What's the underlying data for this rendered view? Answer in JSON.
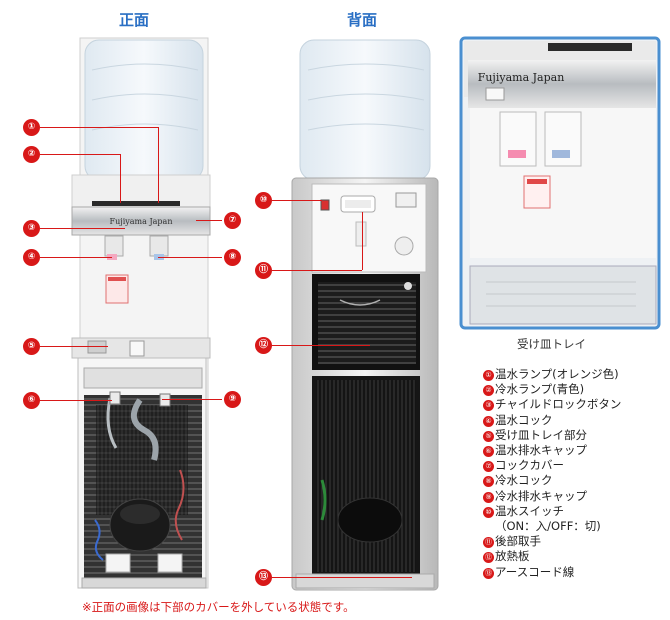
{
  "headings": {
    "front": "正面",
    "back": "背面"
  },
  "brand": "Fujiyama Japan",
  "tray_caption": "受け皿トレイ",
  "note": "※正面の画像は下部のカバーを外している状態です。",
  "markers": [
    "①",
    "②",
    "③",
    "④",
    "⑤",
    "⑥",
    "⑦",
    "⑧",
    "⑨",
    "⑩",
    "⑪",
    "⑫",
    "⑬"
  ],
  "legend": [
    {
      "num": "①",
      "label": "温水ランプ(オレンジ色)"
    },
    {
      "num": "②",
      "label": "冷水ランプ(青色)"
    },
    {
      "num": "③",
      "label": "チャイルドロックボタン"
    },
    {
      "num": "④",
      "label": "温水コック"
    },
    {
      "num": "⑤",
      "label": "受け皿トレイ部分"
    },
    {
      "num": "⑥",
      "label": "温水排水キャップ"
    },
    {
      "num": "⑦",
      "label": "コックカバー"
    },
    {
      "num": "⑧",
      "label": "冷水コック"
    },
    {
      "num": "⑨",
      "label": "冷水排水キャップ"
    },
    {
      "num": "⑩",
      "label": "温水スイッチ"
    },
    {
      "num": "⑪",
      "label": "後部取手"
    },
    {
      "num": "⑫",
      "label": "放熱板"
    },
    {
      "num": "⑬",
      "label": "アースコード線"
    }
  ],
  "legend_sub": "（ON：入/OFF：切)",
  "colors": {
    "marker": "#d81818",
    "heading": "#2a6fc4",
    "frame": "#4a8fd0"
  }
}
